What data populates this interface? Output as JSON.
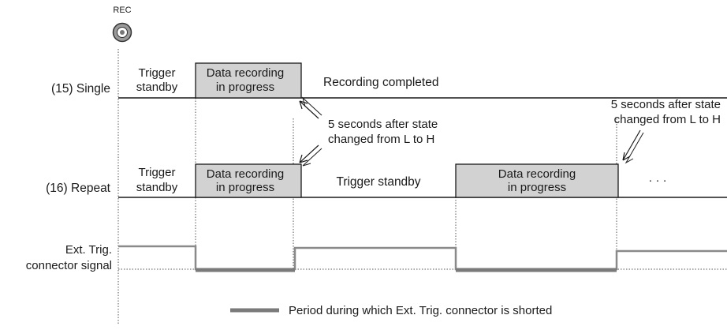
{
  "rec_button": {
    "label": "REC"
  },
  "rows": {
    "single": {
      "label": "(15) Single",
      "trigger_standby": [
        "Trigger",
        "standby"
      ],
      "recording_box": [
        "Data recording",
        "in progress"
      ],
      "after_text": "Recording completed"
    },
    "repeat": {
      "label": "(16) Repeat",
      "trigger_standby": [
        "Trigger",
        "standby"
      ],
      "recording_box_1": [
        "Data recording",
        "in progress"
      ],
      "middle_text": "Trigger standby",
      "recording_box_2": [
        "Data recording",
        "in progress"
      ],
      "ellipsis": "· · ·"
    }
  },
  "annotations": {
    "note_1": [
      "5 seconds after state",
      "changed from L to H"
    ],
    "note_2": [
      "5 seconds after state",
      "changed from L to H"
    ]
  },
  "signal": {
    "label": [
      "Ext. Trig.",
      "connector signal"
    ]
  },
  "legend": {
    "text": "Period during which Ext. Trig. connector is shorted"
  },
  "colors": {
    "box_fill": "#d2d2d2",
    "signal_line": "#8a8a8a",
    "shorted_line": "#7a7a7a",
    "rule_line": "#1a1a1a"
  }
}
